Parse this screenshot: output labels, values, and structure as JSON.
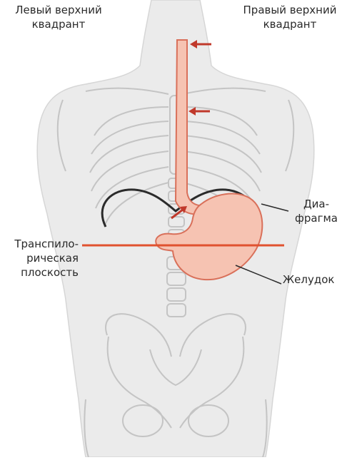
{
  "labels": {
    "left_upper_quadrant": {
      "line1": "Левый верхний",
      "line2": "квадрант"
    },
    "right_upper_quadrant": {
      "line1": "Правый верхний",
      "line2": "квадрант"
    },
    "diaphragm": {
      "line1": "Диа-",
      "line2": "фрагма"
    },
    "transpyloric_plane": {
      "line1": "Транспило-",
      "line2": "рическая",
      "line3": "плоскость"
    },
    "stomach": "Желудок"
  },
  "colors": {
    "body": "#ebebeb",
    "bone_outline": "#c4c4c4",
    "esophagus_stomach_fill": "#f6c3b2",
    "esophagus_stomach_stroke": "#d9705a",
    "arrows": "#c0392b",
    "transpyloric_line": "#e0522f",
    "diaphragm_line": "#2b2b2b",
    "leader_line": "#2b2b2b"
  },
  "icons": [
    "torso-silhouette",
    "skeleton",
    "esophagus",
    "stomach",
    "diaphragm",
    "arrow-left",
    "arrow-up-right"
  ]
}
